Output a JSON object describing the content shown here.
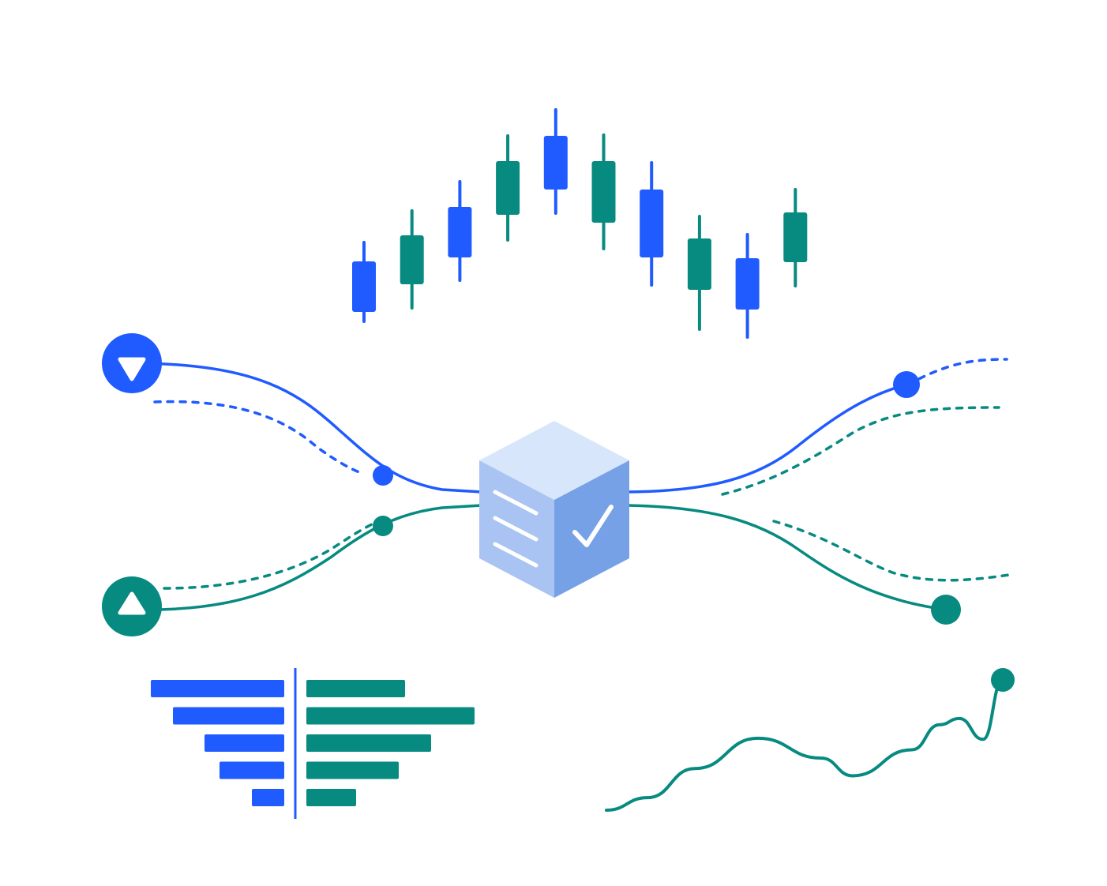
{
  "colors": {
    "blue": "#1f5bff",
    "teal": "#078a80",
    "cube_top": "#d8e6fb",
    "cube_left": "#a9c4f3",
    "cube_right": "#76a1e6",
    "white": "#ffffff"
  },
  "icons": {
    "sell_marker": "triangle-down-icon",
    "buy_marker": "triangle-up-icon",
    "cube_list": "list-lines-icon",
    "cube_check": "checkmark-icon"
  },
  "chart_data": [
    {
      "type": "candlestick",
      "series": [
        {
          "color": "blue",
          "low": 10,
          "open": 22,
          "close": 86,
          "high": 110
        },
        {
          "color": "teal",
          "low": 27,
          "open": 57,
          "close": 119,
          "high": 150
        },
        {
          "color": "blue",
          "low": 62,
          "open": 91,
          "close": 155,
          "high": 187
        },
        {
          "color": "teal",
          "low": 113,
          "open": 145,
          "close": 213,
          "high": 245
        },
        {
          "color": "blue",
          "low": 147,
          "open": 177,
          "close": 245,
          "high": 278
        },
        {
          "color": "teal",
          "low": 102,
          "open": 135,
          "close": 213,
          "high": 246
        },
        {
          "color": "blue",
          "low": 56,
          "open": 91,
          "close": 177,
          "high": 211
        },
        {
          "color": "teal",
          "low": 0,
          "open": 50,
          "close": 115,
          "high": 143
        },
        {
          "color": "blue",
          "low": -10,
          "open": 25,
          "close": 90,
          "high": 120
        },
        {
          "color": "teal",
          "low": 55,
          "open": 85,
          "close": 148,
          "high": 177
        }
      ]
    },
    {
      "type": "bar",
      "orientation": "horizontal-diverging",
      "series": [
        {
          "color": "blue",
          "values": [
            169,
            141,
            101,
            82,
            41
          ]
        },
        {
          "color": "teal",
          "values": [
            125,
            213,
            158,
            117,
            63
          ]
        }
      ]
    },
    {
      "type": "line",
      "series": [
        {
          "color": "teal",
          "x": [
            0,
            1,
            2,
            3,
            4,
            5,
            6,
            7,
            8,
            9,
            10
          ],
          "values": [
            0,
            12,
            40,
            69,
            50,
            33,
            58,
            82,
            88,
            68,
            125
          ]
        }
      ]
    }
  ]
}
